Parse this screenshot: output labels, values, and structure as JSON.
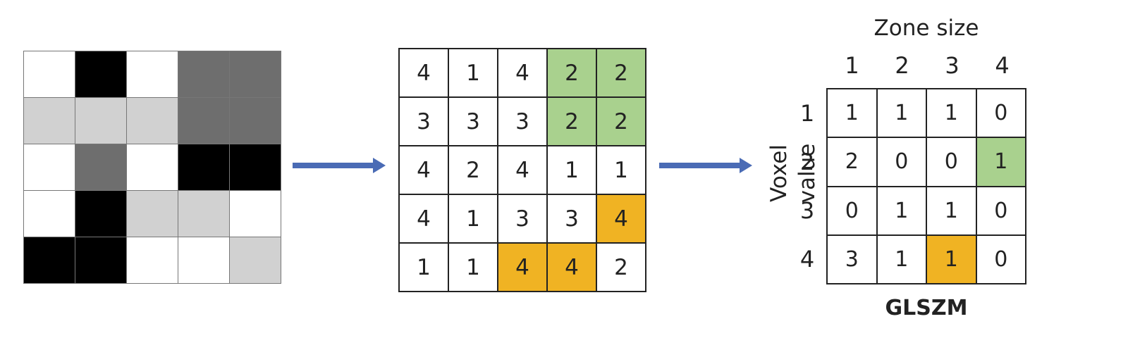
{
  "colors": {
    "white": "#ffffff",
    "light_grey": "#d1d1d1",
    "dark_grey": "#6e6e6e",
    "black": "#000000",
    "green": "#a9d18e",
    "orange": "#f0b323",
    "arrow": "#4a6bb5"
  },
  "image_grid": [
    [
      "white",
      "black",
      "white",
      "dark_grey",
      "dark_grey"
    ],
    [
      "light_grey",
      "light_grey",
      "light_grey",
      "dark_grey",
      "dark_grey"
    ],
    [
      "white",
      "dark_grey",
      "white",
      "black",
      "black"
    ],
    [
      "white",
      "black",
      "light_grey",
      "light_grey",
      "white"
    ],
    [
      "black",
      "black",
      "white",
      "white",
      "light_grey"
    ]
  ],
  "value_matrix": [
    [
      "4",
      "1",
      "4",
      "2",
      "2"
    ],
    [
      "3",
      "3",
      "3",
      "2",
      "2"
    ],
    [
      "4",
      "2",
      "4",
      "1",
      "1"
    ],
    [
      "4",
      "1",
      "3",
      "3",
      "4"
    ],
    [
      "1",
      "1",
      "4",
      "4",
      "2"
    ]
  ],
  "value_matrix_highlight": [
    [
      null,
      null,
      null,
      "green",
      "green"
    ],
    [
      null,
      null,
      null,
      "green",
      "green"
    ],
    [
      null,
      null,
      null,
      null,
      null
    ],
    [
      null,
      null,
      null,
      null,
      "orange"
    ],
    [
      null,
      null,
      "orange",
      "orange",
      null
    ]
  ],
  "glszm": {
    "title": "GLSZM",
    "column_title": "Zone size",
    "row_title": "Voxel value",
    "column_headers": [
      "1",
      "2",
      "3",
      "4"
    ],
    "row_headers": [
      "1",
      "2",
      "3",
      "4"
    ],
    "matrix": [
      [
        "1",
        "1",
        "1",
        "0"
      ],
      [
        "2",
        "0",
        "0",
        "1"
      ],
      [
        "0",
        "1",
        "1",
        "0"
      ],
      [
        "3",
        "1",
        "1",
        "0"
      ]
    ],
    "highlight": [
      [
        null,
        null,
        null,
        null
      ],
      [
        null,
        null,
        null,
        "green"
      ],
      [
        null,
        null,
        null,
        null
      ],
      [
        null,
        null,
        "orange",
        null
      ]
    ]
  }
}
